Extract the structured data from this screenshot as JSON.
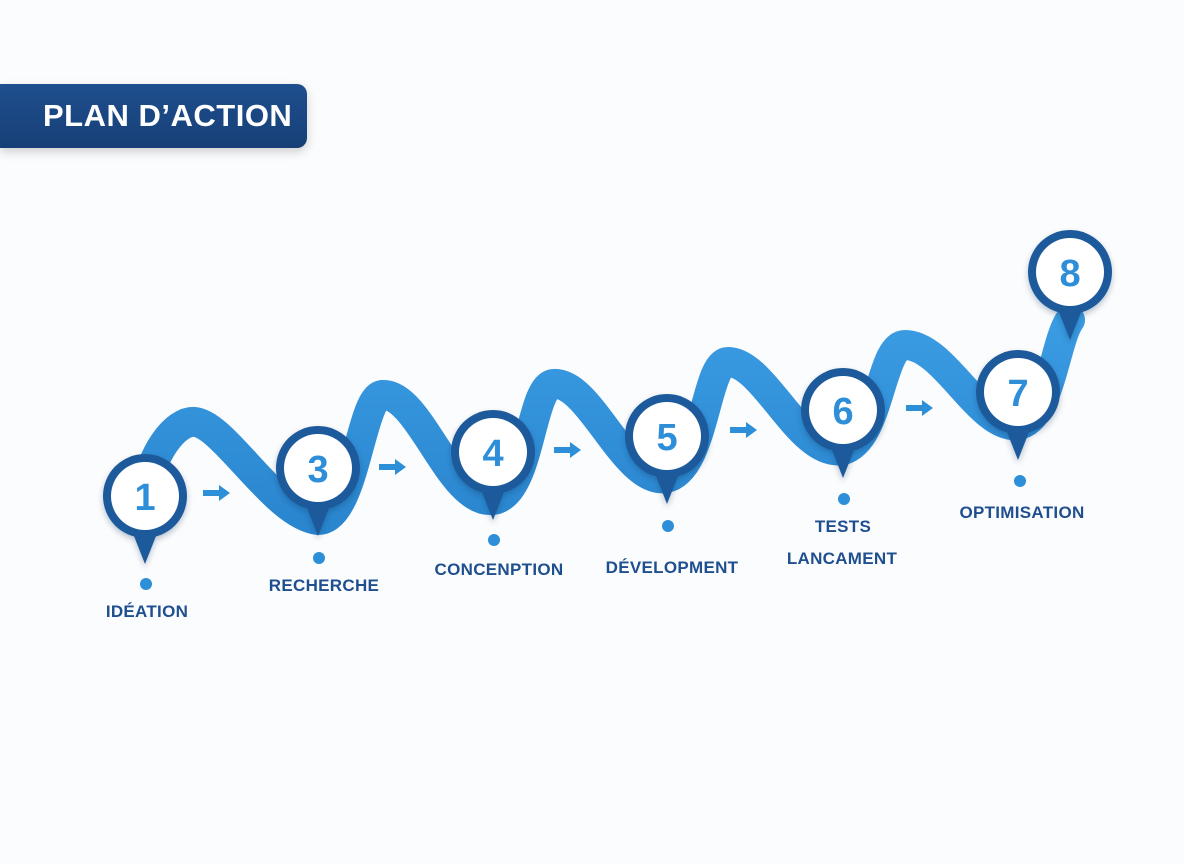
{
  "title": "PLAN D’ACTION",
  "colors": {
    "ribbon": "#2f8fd8",
    "ribbon_dark": "#1d6fb9",
    "pin_ring": "#1f5a9c",
    "label": "#1f4f8f",
    "banner": "#1a4a86"
  },
  "steps": [
    {
      "number": "1",
      "label": "IDÉATION"
    },
    {
      "number": "3",
      "label": "RECHERCHE"
    },
    {
      "number": "4",
      "label": "CONCENPTION"
    },
    {
      "number": "5",
      "label": "DÉVELOPMENT"
    },
    {
      "number": "6",
      "label_line1": "TESTS",
      "label_line2": "LANCAMENT"
    },
    {
      "number": "7",
      "label": "OPTIMISATION"
    },
    {
      "number": "8"
    }
  ],
  "arrow_icon": "right-arrow-icon"
}
